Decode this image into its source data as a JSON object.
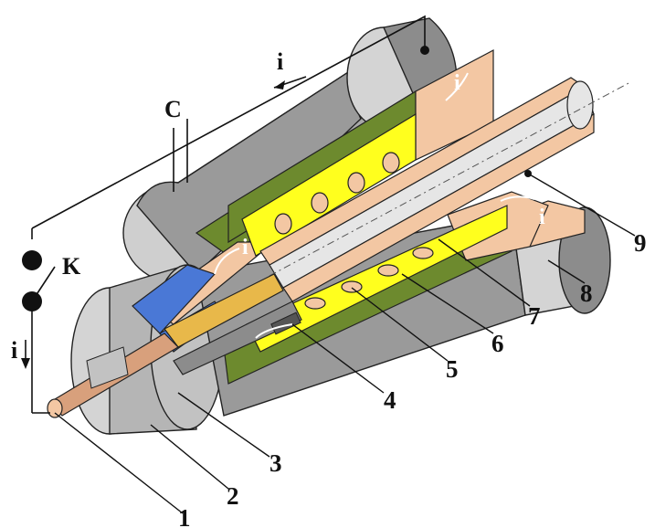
{
  "labels": {
    "part_1": "1",
    "part_2": "2",
    "part_3": "3",
    "part_4": "4",
    "part_5": "5",
    "part_6": "6",
    "part_7": "7",
    "part_8": "8",
    "part_9": "9",
    "capacitor": "C",
    "switch": "K",
    "current_top": "i",
    "current_left": "i",
    "current_inner_1": "i",
    "current_inner_2": "i",
    "current_inner_3": "i"
  },
  "colors": {
    "metal_light": "#d4d4d4",
    "metal_dark": "#8c8c8c",
    "metal_shade": "#a9a9a9",
    "copper": "#f3c7a3",
    "copper_dark": "#d8a07c",
    "insulator_green": "#6d8a2e",
    "dielectric_yellow": "#ffff1e",
    "blue": "#4a78d6",
    "gold": "#e8b84a",
    "bore_gray": "#e6e6e6"
  }
}
